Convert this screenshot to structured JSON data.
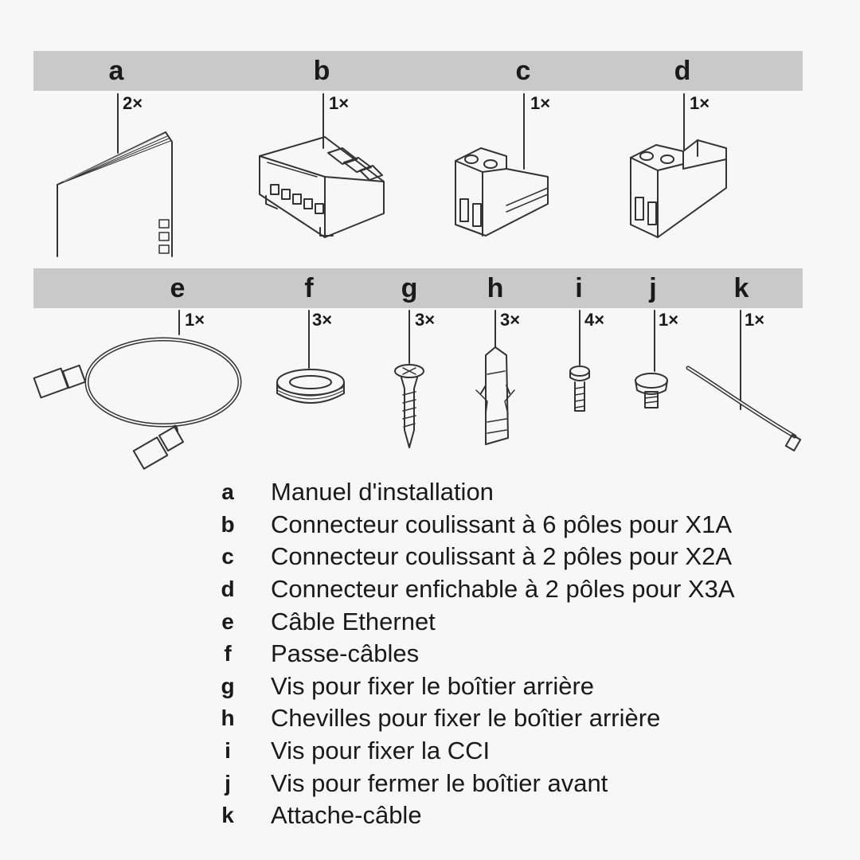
{
  "items": [
    {
      "letter": "a",
      "qty": "2×"
    },
    {
      "letter": "b",
      "qty": "1×"
    },
    {
      "letter": "c",
      "qty": "1×"
    },
    {
      "letter": "d",
      "qty": "1×"
    },
    {
      "letter": "e",
      "qty": "1×"
    },
    {
      "letter": "f",
      "qty": "3×"
    },
    {
      "letter": "g",
      "qty": "3×"
    },
    {
      "letter": "h",
      "qty": "3×"
    },
    {
      "letter": "i",
      "qty": "4×"
    },
    {
      "letter": "j",
      "qty": "1×"
    },
    {
      "letter": "k",
      "qty": "1×"
    }
  ],
  "legend": [
    {
      "letter": "a",
      "text": "Manuel d'installation"
    },
    {
      "letter": "b",
      "text": "Connecteur coulissant à 6 pôles pour X1A"
    },
    {
      "letter": "c",
      "text": "Connecteur coulissant à 2 pôles pour X2A"
    },
    {
      "letter": "d",
      "text": "Connecteur enfichable à 2 pôles pour X3A"
    },
    {
      "letter": "e",
      "text": "Câble Ethernet"
    },
    {
      "letter": "f",
      "text": "Passe-câbles"
    },
    {
      "letter": "g",
      "text": "Vis pour fixer le boîtier arrière"
    },
    {
      "letter": "h",
      "text": "Chevilles pour fixer le boîtier arrière"
    },
    {
      "letter": "i",
      "text": "Vis pour fixer la CCI"
    },
    {
      "letter": "j",
      "text": "Vis pour fermer le boîtier avant"
    },
    {
      "letter": "k",
      "text": "Attache-câble"
    }
  ]
}
